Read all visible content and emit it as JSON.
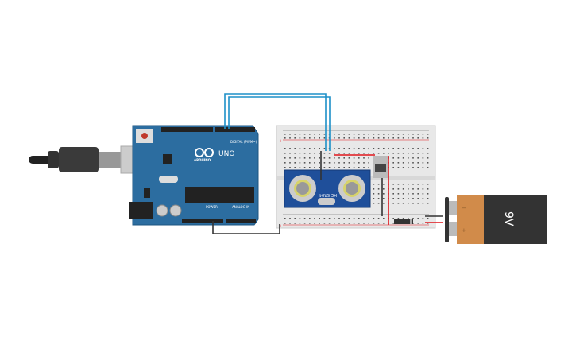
{
  "arduino": {
    "brand": "ARDUINO",
    "model": "UNO",
    "digital_label": "DIGITAL (PWM~)",
    "power_label": "POWER",
    "analog_label": "ANALOG IN",
    "color": "#2c6da0"
  },
  "sensor": {
    "name": "HC-SR04",
    "color": "#1f4f9a"
  },
  "battery": {
    "label": "9V",
    "minus": "−",
    "plus": "+",
    "color": "#d18b4a"
  },
  "wires": {
    "signal_color": "#1e90c8",
    "power_color": "#e0151b",
    "ground_color": "#333333"
  },
  "breadboard": {
    "rail_plus": "+",
    "rail_minus": "−"
  }
}
